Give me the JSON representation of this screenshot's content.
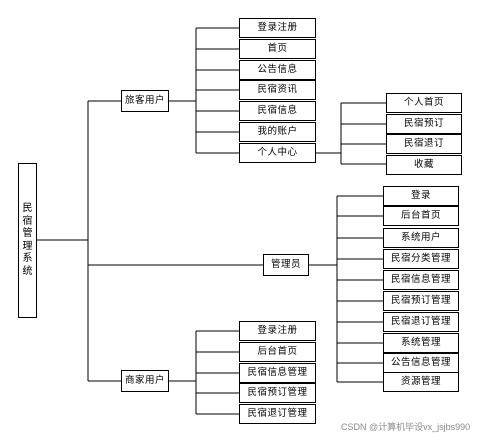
{
  "root": {
    "label": "民宿管理系统"
  },
  "branches": [
    {
      "label": "旅客用户",
      "children": [
        "登录注册",
        "首页",
        "公告信息",
        "民宿资讯",
        "民宿信息",
        "我的账户",
        "个人中心"
      ],
      "sub": {
        "parent": "个人中心",
        "children": [
          "个人首页",
          "民宿预订",
          "民宿退订",
          "收藏"
        ]
      }
    },
    {
      "label": "管理员",
      "children": [
        "登录",
        "后台首页",
        "系统用户",
        "民宿分类管理",
        "民宿信息管理",
        "民宿预订管理",
        "民宿退订管理",
        "系统管理",
        "公告信息管理",
        "资源管理"
      ]
    },
    {
      "label": "商家用户",
      "children": [
        "登录注册",
        "后台首页",
        "民宿信息管理",
        "民宿预订管理",
        "民宿退订管理"
      ]
    }
  ],
  "watermark": "CSDN @计算机毕设vx_jsjbs990"
}
